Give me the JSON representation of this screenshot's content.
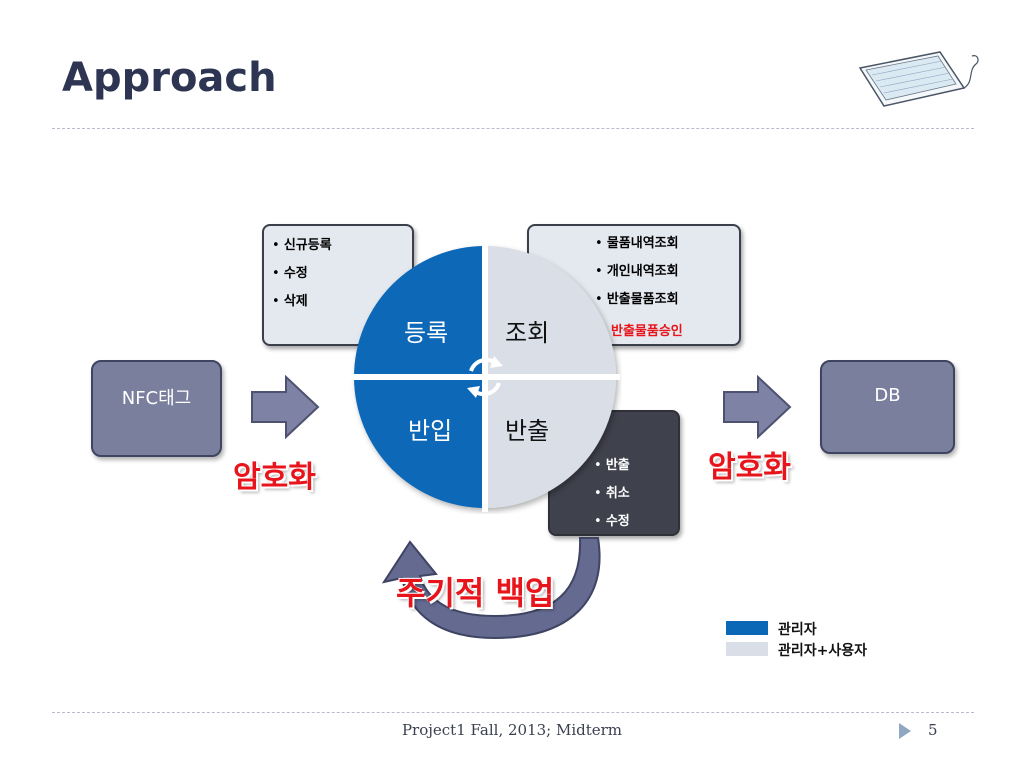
{
  "slide": {
    "title": "Approach",
    "footer": "Project1 Fall, 2013; Midterm",
    "page_number": "5"
  },
  "diagram": {
    "left_node": "NFC태그",
    "right_node": "DB",
    "encrypt_left": "암호화",
    "encrypt_right": "암호화",
    "backup_label": "주기적 백업",
    "quadrants": {
      "top_left": "등록",
      "top_right": "조회",
      "bottom_left": "반입",
      "bottom_right": "반출"
    },
    "register_box": {
      "items": [
        "신규등록",
        "수정",
        "삭제"
      ]
    },
    "lookup_box": {
      "items": [
        "물품내역조회",
        "개인내역조회",
        "반출물품조회"
      ],
      "highlight": "반출물품승인"
    },
    "export_box": {
      "items": [
        "반출",
        "취소",
        "수정"
      ]
    },
    "legend": [
      {
        "label": "관리자",
        "color": "#0a68b7"
      },
      {
        "label": "관리자+사용자",
        "color": "#d9dee7"
      }
    ]
  },
  "colors": {
    "admin": "#0a68b7",
    "shared": "#d9dee7",
    "node_fill": "#7b7f9e",
    "arrow_fill": "#7e82a4",
    "encrypt_text": "#e8141b"
  },
  "icons": {
    "keyboard": "keyboard-icon",
    "footer_arrow": "play-triangle-icon",
    "cycle": "cycle-arrows-icon"
  }
}
